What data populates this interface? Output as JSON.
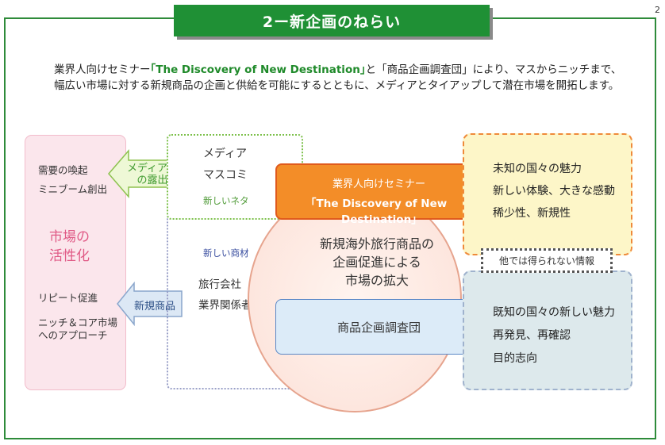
{
  "page_number": "2",
  "title": "2ー新企画のねらい",
  "intro": {
    "prefix": "業界人向けセミナー",
    "highlight": "｢The Discovery of New Destination｣",
    "suffix": "と「商品企画調査団」により、マスからニッチまで、幅広い市場に対する新規商品の企画と供給を可能にするとともに、メディアとタイアップして潜在市場を開拓します。"
  },
  "left_panel": {
    "top_items": [
      "需要の喚起",
      "ミニブーム創出"
    ],
    "center": [
      "市場の",
      "活性化"
    ],
    "bottom_items": [
      "リピート促進",
      "ニッチ＆コア市場",
      "へのアプローチ"
    ]
  },
  "arrows": {
    "media_exposure": [
      "メディアへ",
      "の露出"
    ],
    "new_products": "新規商品"
  },
  "media_group": {
    "items": [
      "メディア",
      "マスコミ"
    ],
    "tag": "新しいネタ"
  },
  "trade_group": {
    "tag": "新しい商材",
    "items": [
      "旅行会社",
      "業界関係者"
    ]
  },
  "seminar": {
    "line1": "業界人向けセミナー",
    "line2": "｢The Discovery of New Destination｣"
  },
  "center": {
    "lines": [
      "新規海外旅行商品の",
      "企画促進による",
      "市場の拡大"
    ]
  },
  "survey": "商品企画調査団",
  "yellow_panel": [
    "未知の国々の魅力",
    "新しい体験、大きな感動",
    "稀少性、新規性"
  ],
  "info_label": "他では得られない情報",
  "blue_panel": [
    "既知の国々の新しい魅力",
    "再発見、再確認",
    "目的志向"
  ],
  "colors": {
    "brand_green": "#1f9035",
    "seminar_orange": "#f38d28",
    "market_pink": "#e05a86",
    "survey_blue": "#dcebf8",
    "yellow_panel": "#fdf6c8",
    "blue_panel": "#dde9ec"
  }
}
